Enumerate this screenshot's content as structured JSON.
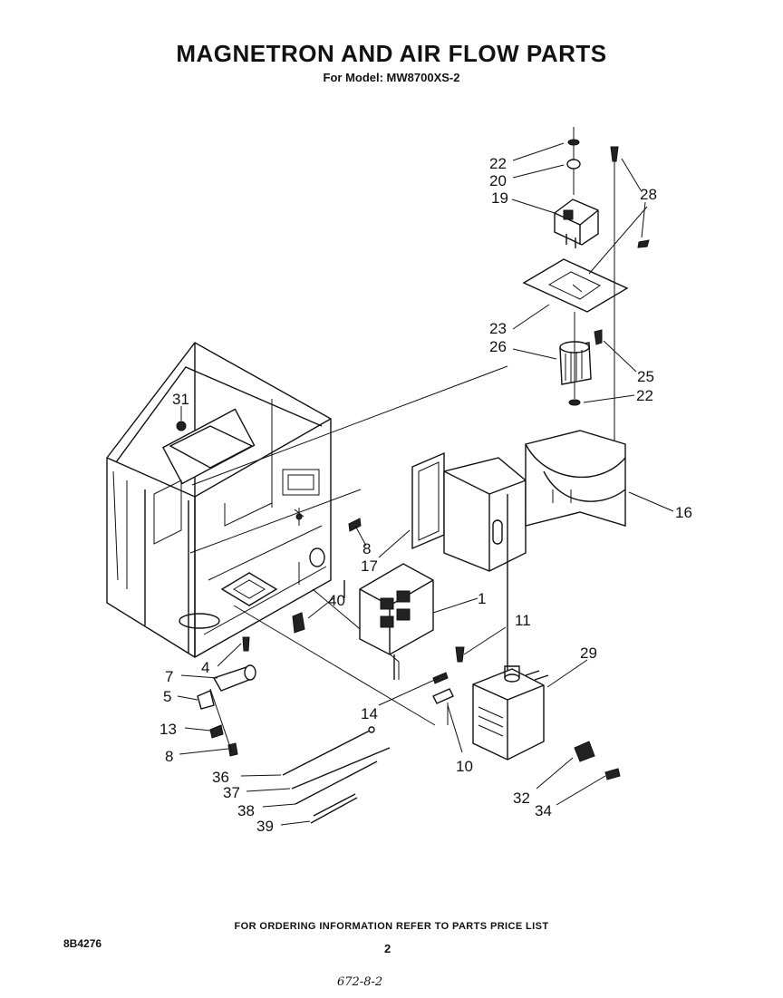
{
  "header": {
    "title": "MAGNETRON AND AIR FLOW PARTS",
    "subtitle": "For Model: MW8700XS-2"
  },
  "footer": {
    "ordering_note": "FOR ORDERING INFORMATION REFER TO PARTS PRICE LIST",
    "document_number": "8B4276",
    "page_number": "2",
    "handwritten_note": "672-8-2"
  },
  "callouts": {
    "c1": "1",
    "c4": "4",
    "c5": "5",
    "c7": "7",
    "c8a": "8",
    "c8b": "8",
    "c10": "10",
    "c11": "11",
    "c13": "13",
    "c14": "14",
    "c16": "16",
    "c17": "17",
    "c19": "19",
    "c20": "20",
    "c22a": "22",
    "c22b": "22",
    "c23": "23",
    "c25": "25",
    "c26": "26",
    "c28": "28",
    "c29": "29",
    "c31": "31",
    "c32": "32",
    "c34": "34",
    "c36": "36",
    "c37": "37",
    "c38": "38",
    "c39": "39",
    "c40": "40"
  }
}
